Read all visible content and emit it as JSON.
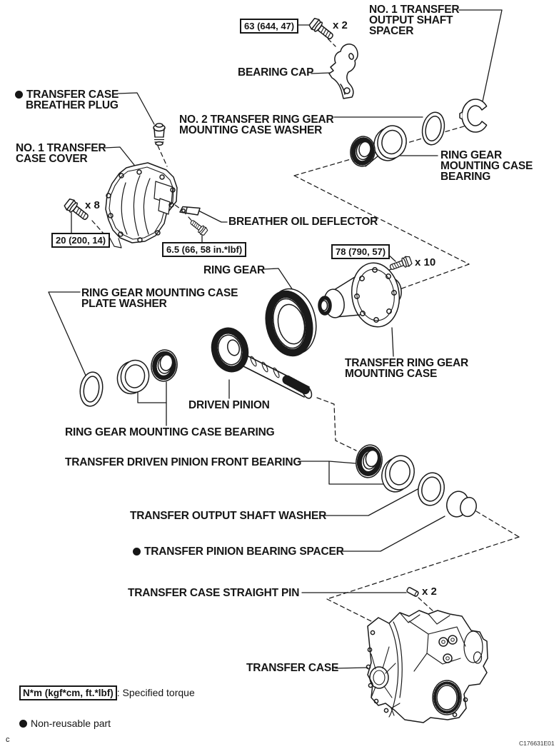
{
  "figure": {
    "page_marker": "c",
    "figure_code": "C176631E01"
  },
  "legend": {
    "torque_symbol": "N*m (kgf*cm, ft.*lbf)",
    "torque_text": ": Specified torque",
    "non_reusable_text": "Non-reusable part"
  },
  "torque_specs": [
    {
      "part": "bearing cap bolt",
      "value": "63 (644, 47)"
    },
    {
      "part": "case cover bolt",
      "value": "20 (200, 14)"
    },
    {
      "part": "breather oil deflector bolt",
      "value": "6.5 (66, 58 in.*lbf)"
    },
    {
      "part": "ring gear mounting case bolt",
      "value": "78 (790, 57)"
    }
  ],
  "quantities": {
    "bearing_cap_bolt": "x 2",
    "case_cover_bolt": "x 8",
    "mounting_case_bolt": "x 10",
    "straight_pin": "x 2"
  },
  "parts": [
    {
      "id": "no1-transfer-output-shaft-spacer",
      "lines": [
        "NO. 1 TRANSFER",
        "OUTPUT SHAFT",
        "SPACER"
      ]
    },
    {
      "id": "bearing-cap",
      "lines": [
        "BEARING CAP"
      ]
    },
    {
      "id": "transfer-case-breather-plug",
      "non_reusable": true,
      "lines": [
        "TRANSFER CASE",
        "BREATHER PLUG"
      ]
    },
    {
      "id": "no2-transfer-ring-gear-mounting-case-washer",
      "lines": [
        "NO. 2 TRANSFER RING GEAR",
        "MOUNTING CASE WASHER"
      ]
    },
    {
      "id": "no1-transfer-case-cover",
      "lines": [
        "NO. 1 TRANSFER",
        "CASE COVER"
      ]
    },
    {
      "id": "ring-gear-mounting-case-bearing-upper",
      "lines": [
        "RING GEAR",
        "MOUNTING CASE",
        "BEARING"
      ]
    },
    {
      "id": "breather-oil-deflector",
      "lines": [
        "BREATHER OIL DEFLECTOR"
      ]
    },
    {
      "id": "ring-gear",
      "lines": [
        "RING GEAR"
      ]
    },
    {
      "id": "ring-gear-mounting-case-plate-washer",
      "lines": [
        "RING GEAR MOUNTING CASE",
        "PLATE WASHER"
      ]
    },
    {
      "id": "transfer-ring-gear-mounting-case",
      "lines": [
        "TRANSFER RING GEAR",
        "MOUNTING CASE"
      ]
    },
    {
      "id": "driven-pinion",
      "lines": [
        "DRIVEN PINION"
      ]
    },
    {
      "id": "ring-gear-mounting-case-bearing-lower",
      "lines": [
        "RING GEAR MOUNTING CASE BEARING"
      ]
    },
    {
      "id": "transfer-driven-pinion-front-bearing",
      "lines": [
        "TRANSFER DRIVEN PINION FRONT BEARING"
      ]
    },
    {
      "id": "transfer-output-shaft-washer",
      "lines": [
        "TRANSFER OUTPUT SHAFT WASHER"
      ]
    },
    {
      "id": "transfer-pinion-bearing-spacer",
      "non_reusable": true,
      "lines": [
        "TRANSFER PINION BEARING SPACER"
      ]
    },
    {
      "id": "transfer-case-straight-pin",
      "lines": [
        "TRANSFER CASE STRAIGHT PIN"
      ]
    },
    {
      "id": "transfer-case",
      "lines": [
        "TRANSFER CASE"
      ]
    }
  ]
}
